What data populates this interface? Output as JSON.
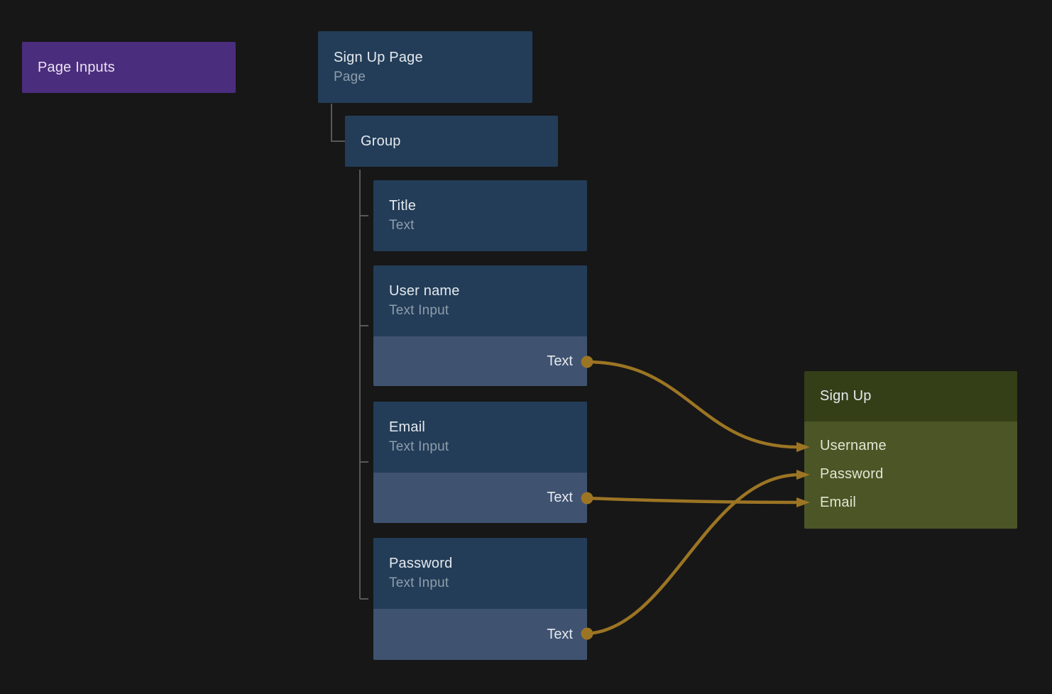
{
  "page_inputs_node": {
    "label": "Page Inputs"
  },
  "tree": {
    "root": {
      "title": "Sign Up Page",
      "subtitle": "Page"
    },
    "group": {
      "title": "Group"
    },
    "children": [
      {
        "title": "Title",
        "subtitle": "Text"
      },
      {
        "title": "User name",
        "subtitle": "Text Input",
        "port_label": "Text"
      },
      {
        "title": "Email",
        "subtitle": "Text Input",
        "port_label": "Text"
      },
      {
        "title": "Password",
        "subtitle": "Text Input",
        "port_label": "Text"
      }
    ]
  },
  "signup_node": {
    "title": "Sign Up",
    "inputs": [
      "Username",
      "Password",
      "Email"
    ]
  },
  "connections": [
    {
      "from_node": "User name",
      "from_port": "Text",
      "to_node": "Sign Up",
      "to_input": "Username"
    },
    {
      "from_node": "Email",
      "from_port": "Text",
      "to_node": "Sign Up",
      "to_input": "Email"
    },
    {
      "from_node": "Password",
      "from_port": "Text",
      "to_node": "Sign Up",
      "to_input": "Password"
    }
  ],
  "colors": {
    "background": "#171717",
    "blue_node": "#233d58",
    "blue_port_row": "#3f5270",
    "purple_node": "#4b2d7d",
    "olive_header": "#343f18",
    "olive_body": "#4b5526",
    "wire_gold": "#9c7524",
    "tree_line_gray": "#585858",
    "title_text": "#e4e9ee",
    "subtitle_text": "#8e9dac"
  }
}
